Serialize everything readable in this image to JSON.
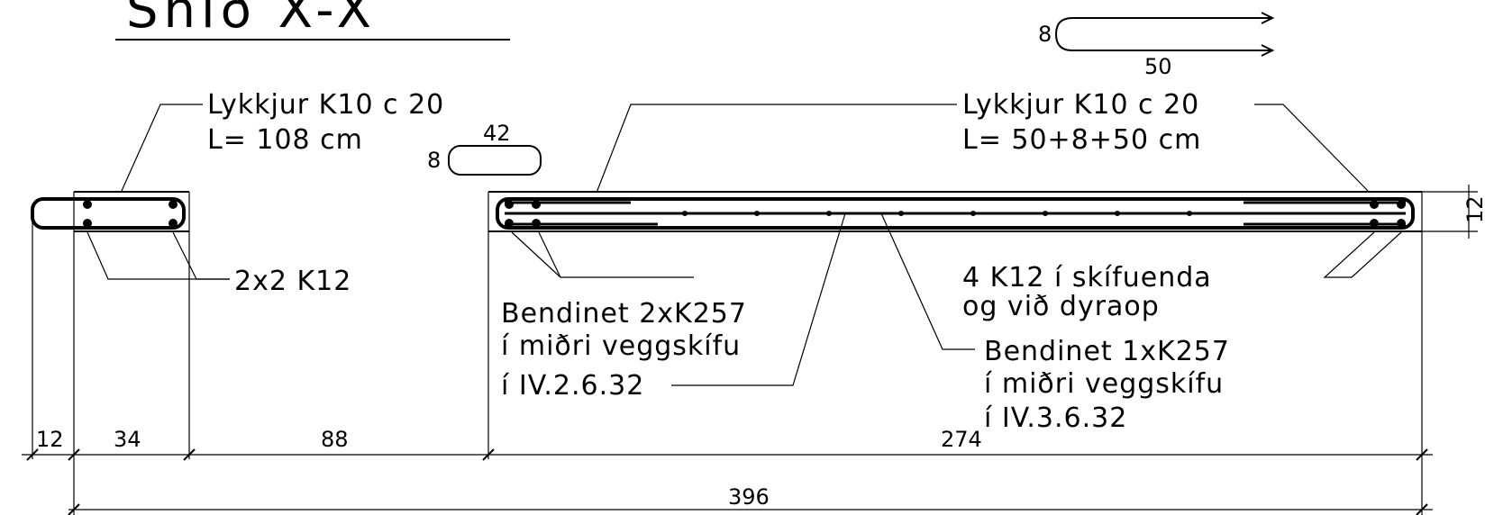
{
  "title": "Snið X-X",
  "labels": {
    "stirrup_left_line1": "Lykkjur K10 c 20",
    "stirrup_left_line2": "L= 108 cm",
    "stirrup_right_line1": "Lykkjur K10 c 20",
    "stirrup_right_line2": "L= 50+8+50 cm",
    "bars_left": "2x2 K12",
    "mesh2_line1": "Bendinet 2xK257",
    "mesh2_line2": "í miðri veggskífu",
    "mesh2_line3": "í IV.2.6.32",
    "bars_end_line1": "4 K12 í skífuenda",
    "bars_end_line2": "og við dyraop",
    "mesh1_line1": "Bendinet 1xK257",
    "mesh1_line2": "í miðri veggskífu",
    "mesh1_line3": "í IV.3.6.32"
  },
  "small_stirrup": {
    "length": "42",
    "height": "8"
  },
  "open_stirrup": {
    "length": "50",
    "height": "8"
  },
  "dimensions": {
    "d1": "12",
    "d2": "34",
    "d3": "88",
    "d4": "274",
    "total": "396",
    "thickness": "12"
  }
}
